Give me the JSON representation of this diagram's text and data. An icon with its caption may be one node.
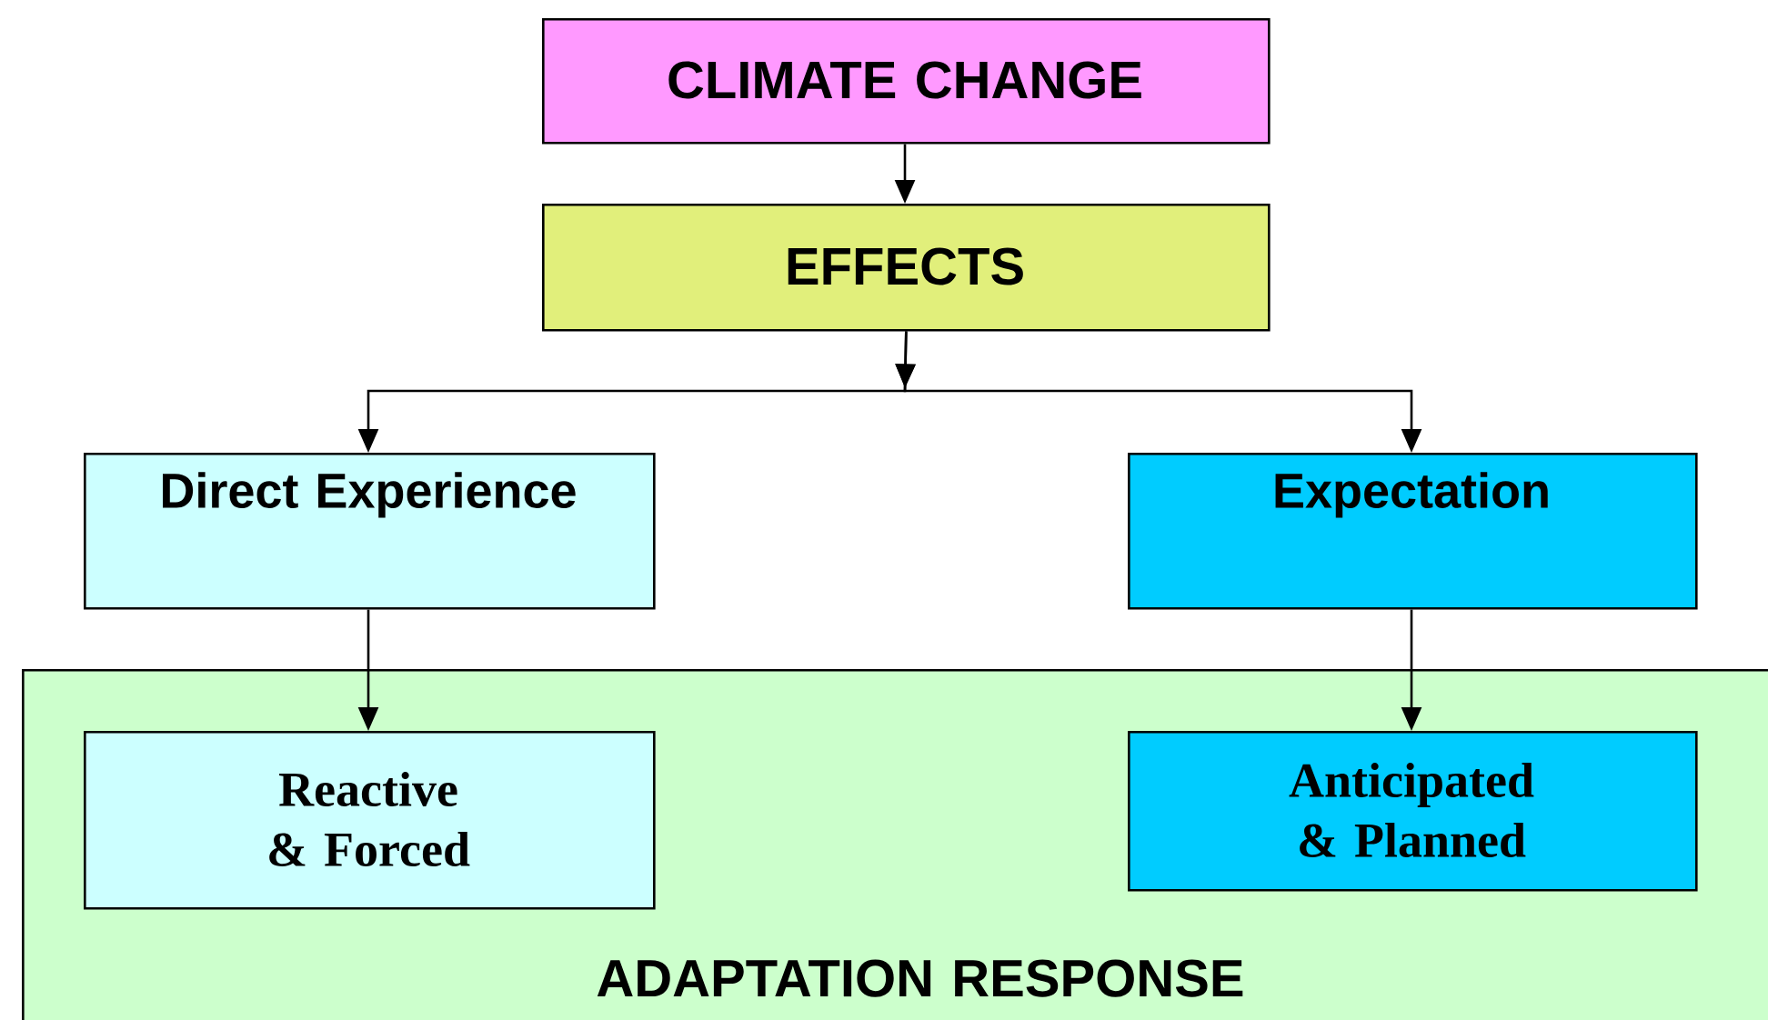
{
  "diagram": {
    "nodes": [
      {
        "text": [
          "CLIMATE CHANGE"
        ]
      },
      {
        "text": [
          "EFFECTS"
        ]
      },
      {
        "text": [
          "Direct Experience"
        ]
      },
      {
        "text": [
          "Expectation"
        ]
      },
      {
        "text": [
          "ADAPTATION RESPONSE"
        ]
      },
      {
        "text": [
          "Reactive & Forced"
        ],
        "in": 4
      },
      {
        "text": [
          "Anticipated & Planned"
        ],
        "in": 4
      }
    ],
    "edges": [
      {
        "from": 0,
        "to": 1,
        "arrow": "to"
      },
      {
        "from": 1,
        "to": 2,
        "arrow": "to"
      },
      {
        "from": 1,
        "to": 3,
        "arrow": "to"
      },
      {
        "from": 2,
        "to": 5,
        "arrow": "to"
      },
      {
        "from": 3,
        "to": 6,
        "arrow": "to"
      }
    ]
  }
}
